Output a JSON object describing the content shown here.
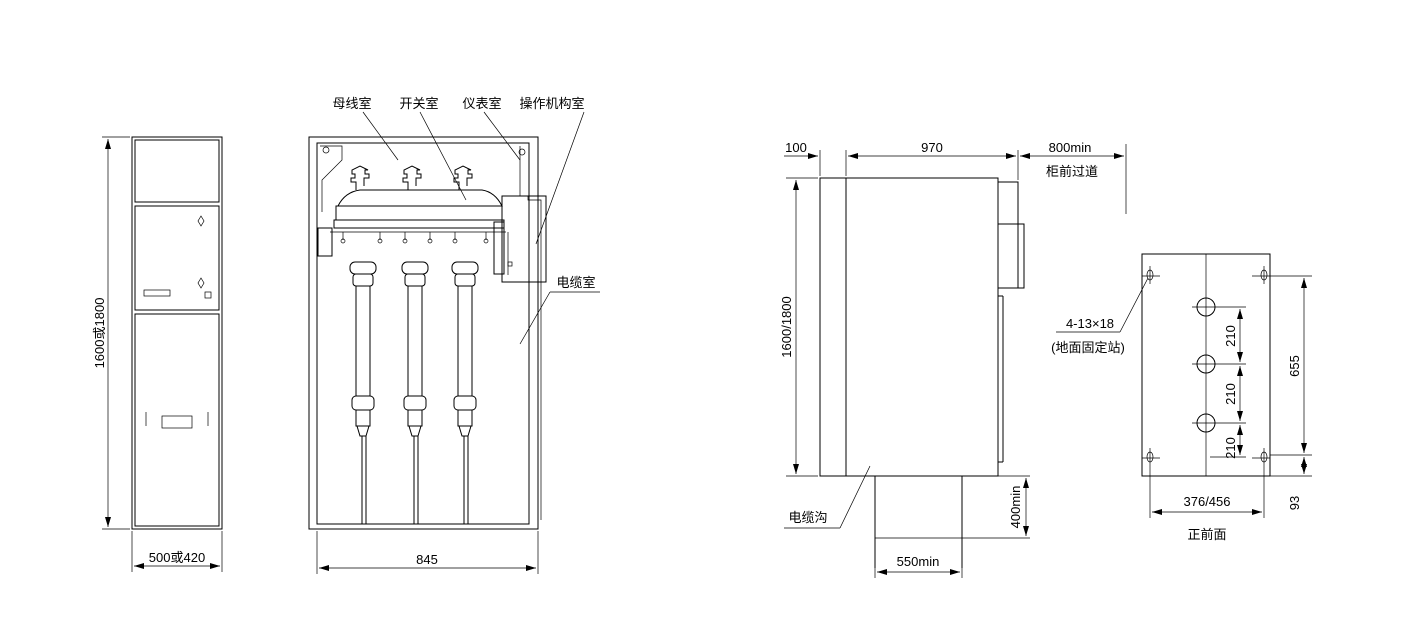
{
  "front_view": {
    "height_label": "1600或1800",
    "width_label": "500或420"
  },
  "section_view": {
    "labels": {
      "busbar_room": "母线室",
      "switch_room": "开关室",
      "instrument_room": "仪表室",
      "mechanism_room": "操作机构室",
      "cable_room": "电缆室"
    },
    "width_label": "845"
  },
  "side_view": {
    "left_dim": "100",
    "depth_dim": "970",
    "front_clearance": "800min",
    "front_clearance_label": "柜前过道",
    "height_label": "1600/1800",
    "trench_depth": "400min",
    "trench_width": "550min",
    "trench_label": "电缆沟"
  },
  "base_plan": {
    "holes_label": "4-13×18",
    "holes_note": "(地面固定站)",
    "spacing_1": "210",
    "spacing_2": "210",
    "spacing_3": "210",
    "height_dim": "655",
    "width_dim": "376/456",
    "offset_dim": "93",
    "view_label": "正前面"
  }
}
